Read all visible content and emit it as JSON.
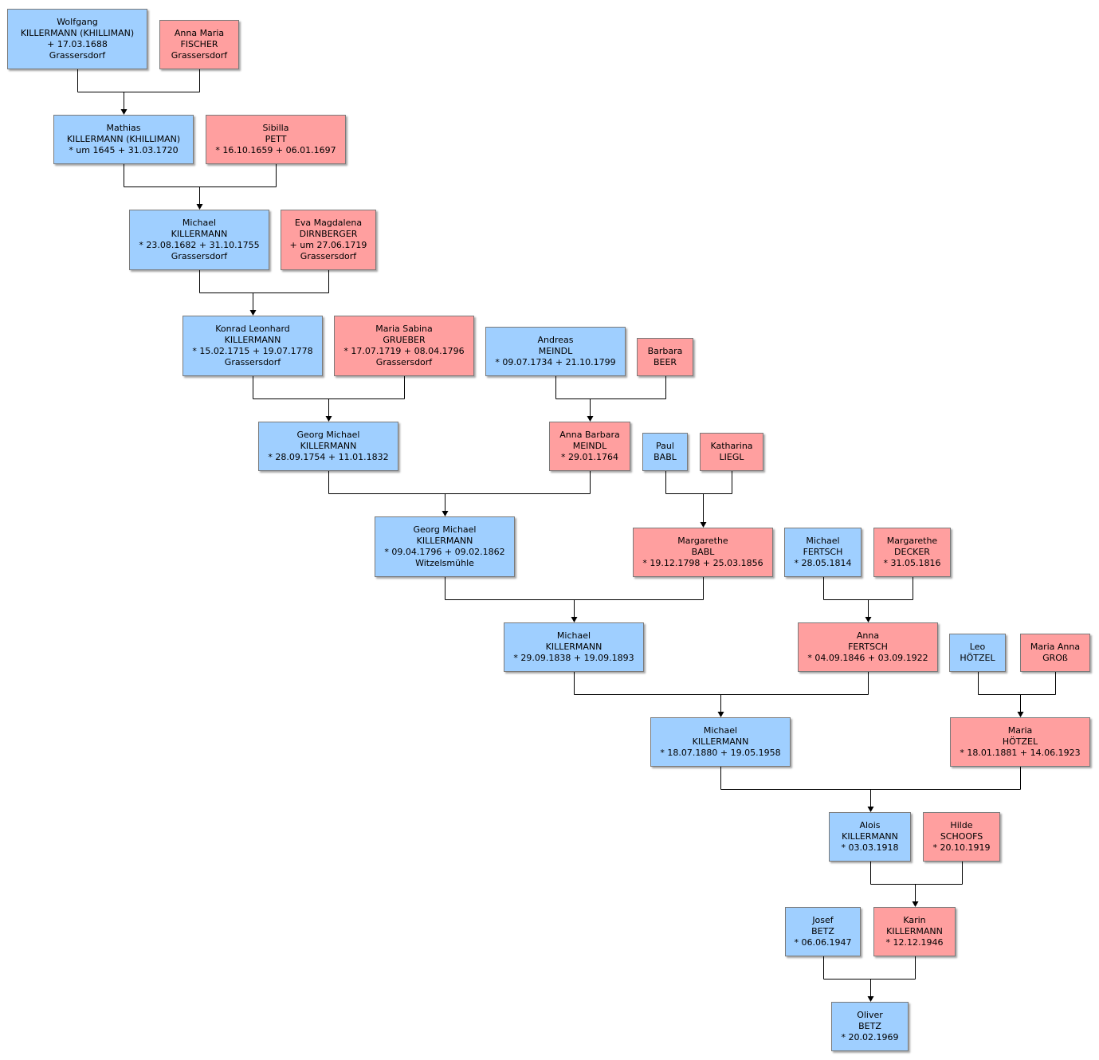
{
  "colors": {
    "male": "#9fcfff",
    "female": "#ff9f9f",
    "line": "#000000"
  },
  "persons": [
    {
      "id": "wolfgang",
      "sex": "m",
      "lines": [
        "Wolfgang",
        "KILLERMANN (KHILLIMAN)",
        "+ 17.03.1688",
        "Grassersdorf"
      ]
    },
    {
      "id": "anna_maria_fischer",
      "sex": "f",
      "lines": [
        "Anna Maria",
        "FISCHER",
        "Grassersdorf"
      ]
    },
    {
      "id": "mathias",
      "sex": "m",
      "lines": [
        "Mathias",
        "KILLERMANN (KHILLIMAN)",
        "* um 1645  + 31.03.1720"
      ]
    },
    {
      "id": "sibilla_pett",
      "sex": "f",
      "lines": [
        "Sibilla",
        "PETT",
        "* 16.10.1659  + 06.01.1697"
      ]
    },
    {
      "id": "michael_1682",
      "sex": "m",
      "lines": [
        "Michael",
        "KILLERMANN",
        "* 23.08.1682  + 31.10.1755",
        "Grassersdorf"
      ]
    },
    {
      "id": "eva_dirnberger",
      "sex": "f",
      "lines": [
        "Eva Magdalena",
        "DIRNBERGER",
        "+ um 27.06.1719",
        "Grassersdorf"
      ]
    },
    {
      "id": "konrad",
      "sex": "m",
      "lines": [
        "Konrad Leonhard",
        "KILLERMANN",
        "* 15.02.1715  + 19.07.1778",
        "Grassersdorf"
      ]
    },
    {
      "id": "maria_sabina",
      "sex": "f",
      "lines": [
        "Maria Sabina",
        "GRUEBER",
        "* 17.07.1719  + 08.04.1796",
        "Grassersdorf"
      ]
    },
    {
      "id": "andreas_meindl",
      "sex": "m",
      "lines": [
        "Andreas",
        "MEINDL",
        "* 09.07.1734  + 21.10.1799"
      ]
    },
    {
      "id": "barbara_beer",
      "sex": "f",
      "lines": [
        "Barbara",
        "BEER"
      ]
    },
    {
      "id": "georg_1754",
      "sex": "m",
      "lines": [
        "Georg Michael",
        "KILLERMANN",
        "* 28.09.1754  + 11.01.1832"
      ]
    },
    {
      "id": "anna_barbara_meindl",
      "sex": "f",
      "lines": [
        "Anna Barbara",
        "MEINDL",
        "* 29.01.1764"
      ]
    },
    {
      "id": "paul_babl",
      "sex": "m",
      "lines": [
        "Paul",
        "BABL"
      ]
    },
    {
      "id": "katharina_liegl",
      "sex": "f",
      "lines": [
        "Katharina",
        "LIEGL"
      ]
    },
    {
      "id": "georg_1796",
      "sex": "m",
      "lines": [
        "Georg Michael",
        "KILLERMANN",
        "* 09.04.1796  + 09.02.1862",
        "Witzelsmühle"
      ]
    },
    {
      "id": "margarethe_babl",
      "sex": "f",
      "lines": [
        "Margarethe",
        "BABL",
        "* 19.12.1798  + 25.03.1856"
      ]
    },
    {
      "id": "michael_fertsch",
      "sex": "m",
      "lines": [
        "Michael",
        "FERTSCH",
        "* 28.05.1814"
      ]
    },
    {
      "id": "margarethe_decker",
      "sex": "f",
      "lines": [
        "Margarethe",
        "DECKER",
        "* 31.05.1816"
      ]
    },
    {
      "id": "michael_1838",
      "sex": "m",
      "lines": [
        "Michael",
        "KILLERMANN",
        "* 29.09.1838  + 19.09.1893"
      ]
    },
    {
      "id": "anna_fertsch",
      "sex": "f",
      "lines": [
        "Anna",
        "FERTSCH",
        "* 04.09.1846  + 03.09.1922"
      ]
    },
    {
      "id": "leo_hoetzel",
      "sex": "m",
      "lines": [
        "Leo",
        "HÖTZEL"
      ]
    },
    {
      "id": "maria_anna_gross",
      "sex": "f",
      "lines": [
        "Maria Anna",
        "GROß"
      ]
    },
    {
      "id": "michael_1880",
      "sex": "m",
      "lines": [
        "Michael",
        "KILLERMANN",
        "* 18.07.1880  + 19.05.1958"
      ]
    },
    {
      "id": "maria_hoetzel",
      "sex": "f",
      "lines": [
        "Maria",
        "HÖTZEL",
        "* 18.01.1881  + 14.06.1923"
      ]
    },
    {
      "id": "alois",
      "sex": "m",
      "lines": [
        "Alois",
        "KILLERMANN",
        "* 03.03.1918"
      ]
    },
    {
      "id": "hilde_schoofs",
      "sex": "f",
      "lines": [
        "Hilde",
        "SCHOOFS",
        "* 20.10.1919"
      ]
    },
    {
      "id": "josef_betz",
      "sex": "m",
      "lines": [
        "Josef",
        "BETZ",
        "* 06.06.1947"
      ]
    },
    {
      "id": "karin",
      "sex": "f",
      "lines": [
        "Karin",
        "KILLERMANN",
        "* 12.12.1946"
      ]
    },
    {
      "id": "oliver",
      "sex": "m",
      "lines": [
        "Oliver",
        "BETZ",
        "* 20.02.1969"
      ]
    }
  ],
  "families": [
    {
      "father": "wolfgang",
      "mother": "anna_maria_fischer",
      "child": "mathias"
    },
    {
      "father": "mathias",
      "mother": "sibilla_pett",
      "child": "michael_1682"
    },
    {
      "father": "michael_1682",
      "mother": "eva_dirnberger",
      "child": "konrad"
    },
    {
      "father": "konrad",
      "mother": "maria_sabina",
      "child": "georg_1754"
    },
    {
      "father": "andreas_meindl",
      "mother": "barbara_beer",
      "child": "anna_barbara_meindl"
    },
    {
      "father": "georg_1754",
      "mother": "anna_barbara_meindl",
      "child": "georg_1796"
    },
    {
      "father": "paul_babl",
      "mother": "katharina_liegl",
      "child": "margarethe_babl"
    },
    {
      "father": "georg_1796",
      "mother": "margarethe_babl",
      "child": "michael_1838"
    },
    {
      "father": "michael_fertsch",
      "mother": "margarethe_decker",
      "child": "anna_fertsch"
    },
    {
      "father": "michael_1838",
      "mother": "anna_fertsch",
      "child": "michael_1880"
    },
    {
      "father": "leo_hoetzel",
      "mother": "maria_anna_gross",
      "child": "maria_hoetzel"
    },
    {
      "father": "michael_1880",
      "mother": "maria_hoetzel",
      "child": "alois"
    },
    {
      "father": "alois",
      "mother": "hilde_schoofs",
      "child": "karin"
    },
    {
      "father": "josef_betz",
      "mother": "karin",
      "child": "oliver"
    }
  ]
}
